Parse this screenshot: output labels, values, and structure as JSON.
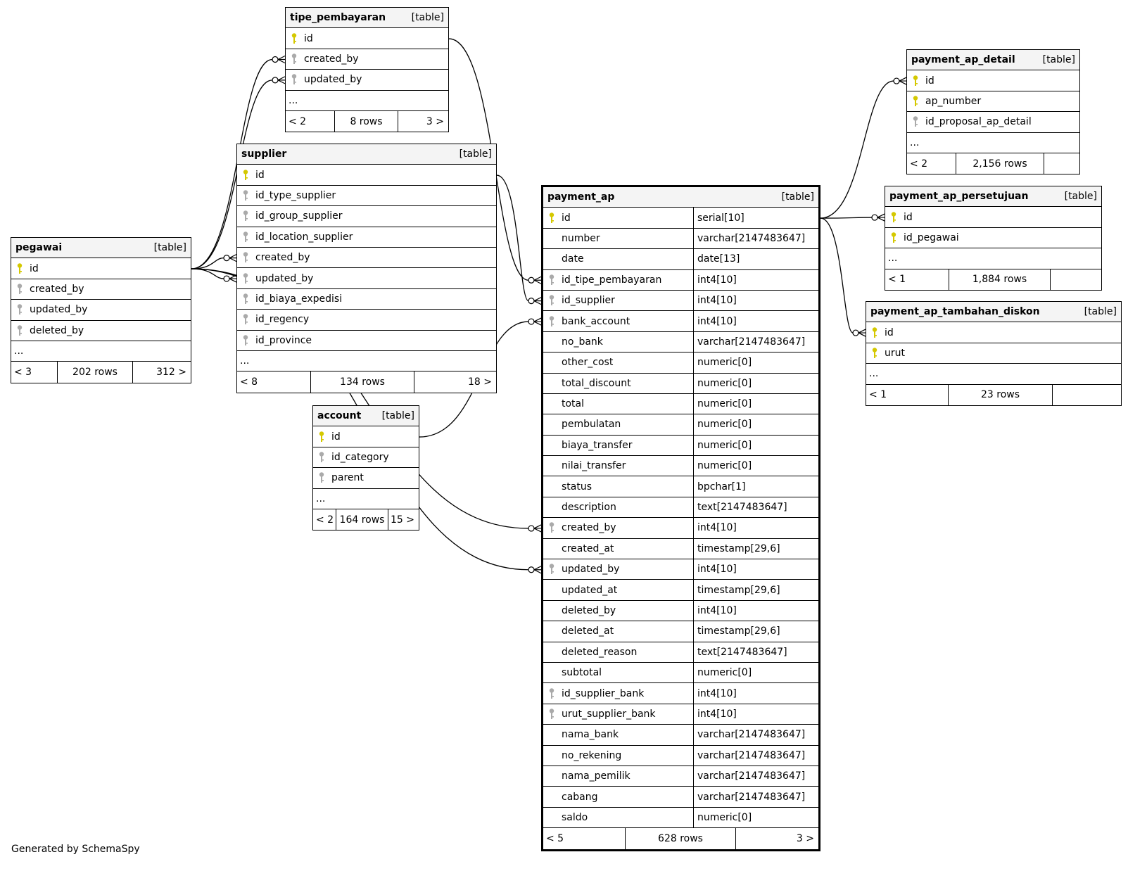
{
  "footer": "Generated by SchemaSpy",
  "tables": {
    "tipe_pembayaran": {
      "name": "tipe_pembayaran",
      "kind": "[table]",
      "columns": [
        {
          "name": "id",
          "key": "pk"
        },
        {
          "name": "created_by",
          "key": "fk"
        },
        {
          "name": "updated_by",
          "key": "fk"
        }
      ],
      "ellipsis": "...",
      "prev": "< 2",
      "rows": "8 rows",
      "next": "3 >"
    },
    "supplier": {
      "name": "supplier",
      "kind": "[table]",
      "columns": [
        {
          "name": "id",
          "key": "pk"
        },
        {
          "name": "id_type_supplier",
          "key": "fk"
        },
        {
          "name": "id_group_supplier",
          "key": "fk"
        },
        {
          "name": "id_location_supplier",
          "key": "fk"
        },
        {
          "name": "created_by",
          "key": "fk"
        },
        {
          "name": "updated_by",
          "key": "fk"
        },
        {
          "name": "id_biaya_expedisi",
          "key": "fk"
        },
        {
          "name": "id_regency",
          "key": "fk"
        },
        {
          "name": "id_province",
          "key": "fk"
        }
      ],
      "ellipsis": "...",
      "prev": "< 8",
      "rows": "134 rows",
      "next": "18 >"
    },
    "pegawai": {
      "name": "pegawai",
      "kind": "[table]",
      "columns": [
        {
          "name": "id",
          "key": "pk"
        },
        {
          "name": "created_by",
          "key": "fk"
        },
        {
          "name": "updated_by",
          "key": "fk"
        },
        {
          "name": "deleted_by",
          "key": "fk"
        }
      ],
      "ellipsis": "...",
      "prev": "< 3",
      "rows": "202 rows",
      "next": "312 >"
    },
    "account": {
      "name": "account",
      "kind": "[table]",
      "columns": [
        {
          "name": "id",
          "key": "pk"
        },
        {
          "name": "id_category",
          "key": "fk"
        },
        {
          "name": "parent",
          "key": "fk"
        }
      ],
      "ellipsis": "...",
      "prev": "< 2",
      "rows": "164 rows",
      "next": "15 >"
    },
    "payment_ap": {
      "name": "payment_ap",
      "kind": "[table]",
      "columns": [
        {
          "name": "id",
          "type": "serial[10]",
          "key": "pk"
        },
        {
          "name": "number",
          "type": "varchar[2147483647]",
          "key": ""
        },
        {
          "name": "date",
          "type": "date[13]",
          "key": ""
        },
        {
          "name": "id_tipe_pembayaran",
          "type": "int4[10]",
          "key": "fk"
        },
        {
          "name": "id_supplier",
          "type": "int4[10]",
          "key": "fk"
        },
        {
          "name": "bank_account",
          "type": "int4[10]",
          "key": "fk"
        },
        {
          "name": "no_bank",
          "type": "varchar[2147483647]",
          "key": ""
        },
        {
          "name": "other_cost",
          "type": "numeric[0]",
          "key": ""
        },
        {
          "name": "total_discount",
          "type": "numeric[0]",
          "key": ""
        },
        {
          "name": "total",
          "type": "numeric[0]",
          "key": ""
        },
        {
          "name": "pembulatan",
          "type": "numeric[0]",
          "key": ""
        },
        {
          "name": "biaya_transfer",
          "type": "numeric[0]",
          "key": ""
        },
        {
          "name": "nilai_transfer",
          "type": "numeric[0]",
          "key": ""
        },
        {
          "name": "status",
          "type": "bpchar[1]",
          "key": ""
        },
        {
          "name": "description",
          "type": "text[2147483647]",
          "key": ""
        },
        {
          "name": "created_by",
          "type": "int4[10]",
          "key": "fk"
        },
        {
          "name": "created_at",
          "type": "timestamp[29,6]",
          "key": ""
        },
        {
          "name": "updated_by",
          "type": "int4[10]",
          "key": "fk"
        },
        {
          "name": "updated_at",
          "type": "timestamp[29,6]",
          "key": ""
        },
        {
          "name": "deleted_by",
          "type": "int4[10]",
          "key": ""
        },
        {
          "name": "deleted_at",
          "type": "timestamp[29,6]",
          "key": ""
        },
        {
          "name": "deleted_reason",
          "type": "text[2147483647]",
          "key": ""
        },
        {
          "name": "subtotal",
          "type": "numeric[0]",
          "key": ""
        },
        {
          "name": "id_supplier_bank",
          "type": "int4[10]",
          "key": "fk"
        },
        {
          "name": "urut_supplier_bank",
          "type": "int4[10]",
          "key": "fk"
        },
        {
          "name": "nama_bank",
          "type": "varchar[2147483647]",
          "key": ""
        },
        {
          "name": "no_rekening",
          "type": "varchar[2147483647]",
          "key": ""
        },
        {
          "name": "nama_pemilik",
          "type": "varchar[2147483647]",
          "key": ""
        },
        {
          "name": "cabang",
          "type": "varchar[2147483647]",
          "key": ""
        },
        {
          "name": "saldo",
          "type": "numeric[0]",
          "key": ""
        }
      ],
      "prev": "< 5",
      "rows": "628 rows",
      "next": "3 >"
    },
    "payment_ap_detail": {
      "name": "payment_ap_detail",
      "kind": "[table]",
      "columns": [
        {
          "name": "id",
          "key": "pk"
        },
        {
          "name": "ap_number",
          "key": "pk"
        },
        {
          "name": "id_proposal_ap_detail",
          "key": "fk"
        }
      ],
      "ellipsis": "...",
      "prev": "< 2",
      "rows": "2,156 rows",
      "next": ""
    },
    "payment_ap_persetujuan": {
      "name": "payment_ap_persetujuan",
      "kind": "[table]",
      "columns": [
        {
          "name": "id",
          "key": "pk"
        },
        {
          "name": "id_pegawai",
          "key": "pk"
        }
      ],
      "ellipsis": "...",
      "prev": "< 1",
      "rows": "1,884 rows",
      "next": ""
    },
    "payment_ap_tambahan_diskon": {
      "name": "payment_ap_tambahan_diskon",
      "kind": "[table]",
      "columns": [
        {
          "name": "id",
          "key": "pk"
        },
        {
          "name": "urut",
          "key": "pk"
        }
      ],
      "ellipsis": "...",
      "prev": "< 1",
      "rows": "23 rows",
      "next": ""
    }
  },
  "colors": {
    "primary_key": "#d4c800",
    "foreign_key": "#aaaaaa",
    "header_bg": "#f4f4f4",
    "line": "#000000"
  },
  "relationships": [
    {
      "from": "pegawai.id",
      "to": "tipe_pembayaran.created_by"
    },
    {
      "from": "pegawai.id",
      "to": "tipe_pembayaran.updated_by"
    },
    {
      "from": "pegawai.id",
      "to": "supplier.created_by"
    },
    {
      "from": "pegawai.id",
      "to": "supplier.updated_by"
    },
    {
      "from": "pegawai.id",
      "to": "payment_ap.created_by"
    },
    {
      "from": "pegawai.id",
      "to": "payment_ap.updated_by"
    },
    {
      "from": "tipe_pembayaran.id",
      "to": "payment_ap.id_tipe_pembayaran"
    },
    {
      "from": "supplier.id",
      "to": "payment_ap.id_supplier"
    },
    {
      "from": "account.id",
      "to": "payment_ap.bank_account"
    },
    {
      "from": "payment_ap.id",
      "to": "payment_ap_detail.id"
    },
    {
      "from": "payment_ap.id",
      "to": "payment_ap_persetujuan.id"
    },
    {
      "from": "payment_ap.id",
      "to": "payment_ap_tambahan_diskon.id"
    }
  ]
}
